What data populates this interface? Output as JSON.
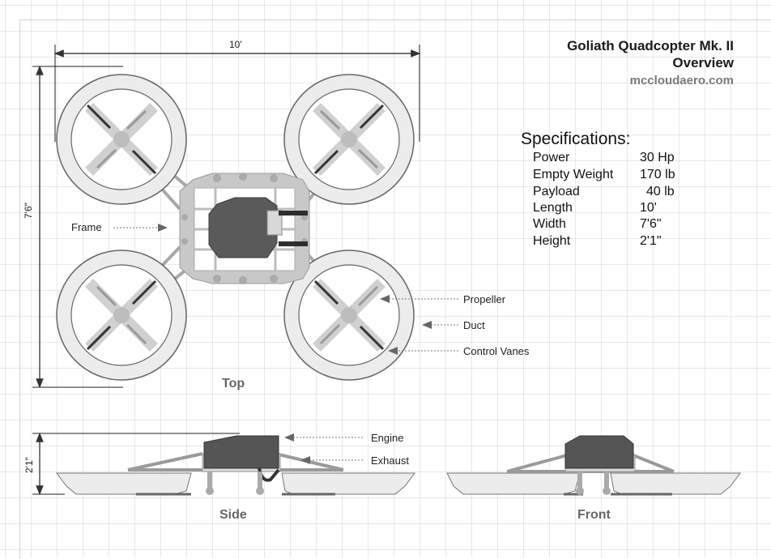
{
  "header": {
    "title_line1": "Goliath Quadcopter Mk. II",
    "title_line2": "Overview",
    "website": "mccloudaero.com"
  },
  "specifications": {
    "heading": "Specifications:",
    "rows": [
      {
        "label": "Power",
        "value": "30 Hp"
      },
      {
        "label": "Empty Weight",
        "value": "170 lb"
      },
      {
        "label": "Payload",
        "value": "40 lb"
      },
      {
        "label": "Length",
        "value": "10'"
      },
      {
        "label": "Width",
        "value": "7'6\""
      },
      {
        "label": "Height",
        "value": "2'1\""
      }
    ]
  },
  "dimensions": {
    "top_width": "10'",
    "top_height": "7'6\"",
    "side_height": "2'1\""
  },
  "callouts": {
    "frame": "Frame",
    "propeller": "Propeller",
    "duct": "Duct",
    "control_vanes": "Control Vanes",
    "engine": "Engine",
    "exhaust": "Exhaust"
  },
  "views": {
    "top": "Top",
    "side": "Side",
    "front": "Front"
  },
  "colors": {
    "duct_fill": "#e9e9e9",
    "duct_stroke": "#666666",
    "frame_gray": "#b4b4b4",
    "engine_dark": "#555555",
    "vane_dark": "#333333"
  }
}
